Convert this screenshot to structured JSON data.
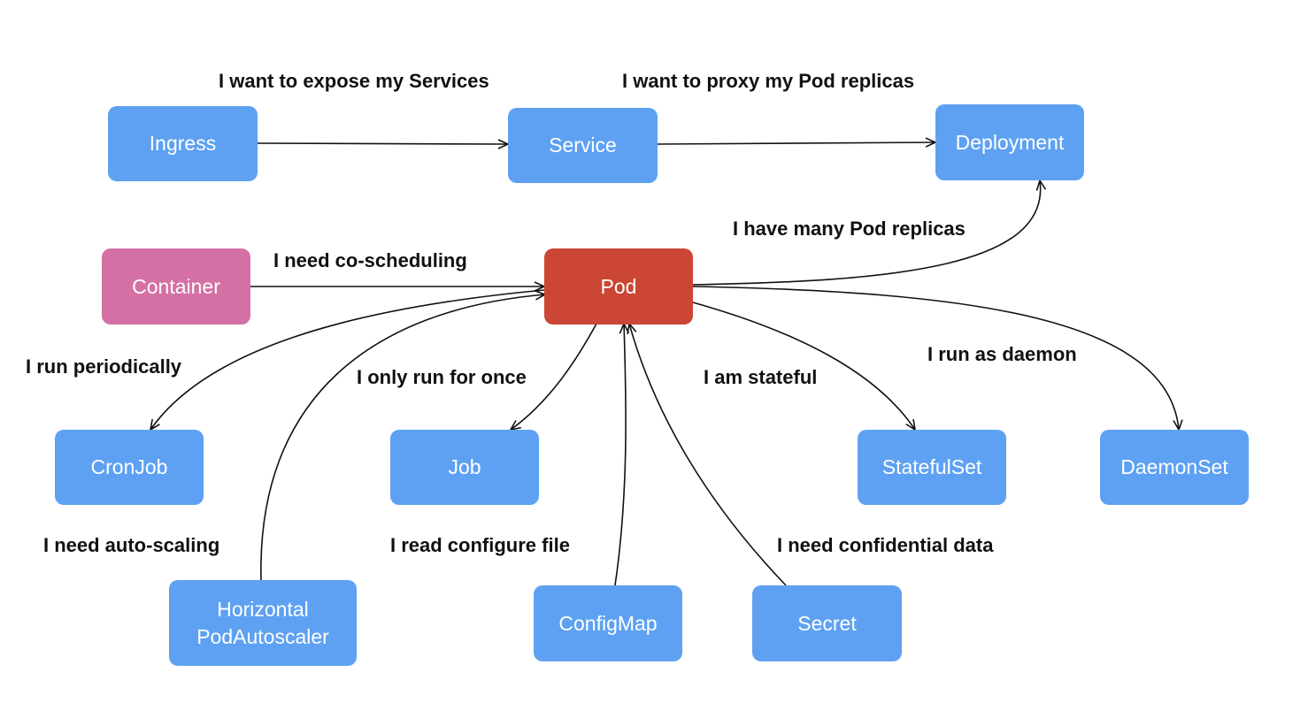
{
  "colors": {
    "resource": "#5ea1f2",
    "pod": "#cb4634",
    "container": "#d470a3",
    "edge": "#111111",
    "text": "#111111"
  },
  "nodes": {
    "ingress": "Ingress",
    "service": "Service",
    "deployment": "Deployment",
    "container": "Container",
    "pod": "Pod",
    "cronjob": "CronJob",
    "job": "Job",
    "statefulset": "StatefulSet",
    "daemonset": "DaemonSet",
    "hpa": "Horizontal\nPodAutoscaler",
    "configmap": "ConfigMap",
    "secret": "Secret"
  },
  "labels": {
    "expose_services": "I want to expose my Services",
    "proxy_replicas": "I want to proxy my Pod replicas",
    "many_replicas": "I have many Pod replicas",
    "co_scheduling": "I need co-scheduling",
    "run_periodically": "I run periodically",
    "run_once": "I only run for once",
    "stateful": "I am stateful",
    "run_daemon": "I run as daemon",
    "auto_scaling": "I need auto-scaling",
    "read_config": "I read configure file",
    "confidential": "I need confidential data"
  }
}
